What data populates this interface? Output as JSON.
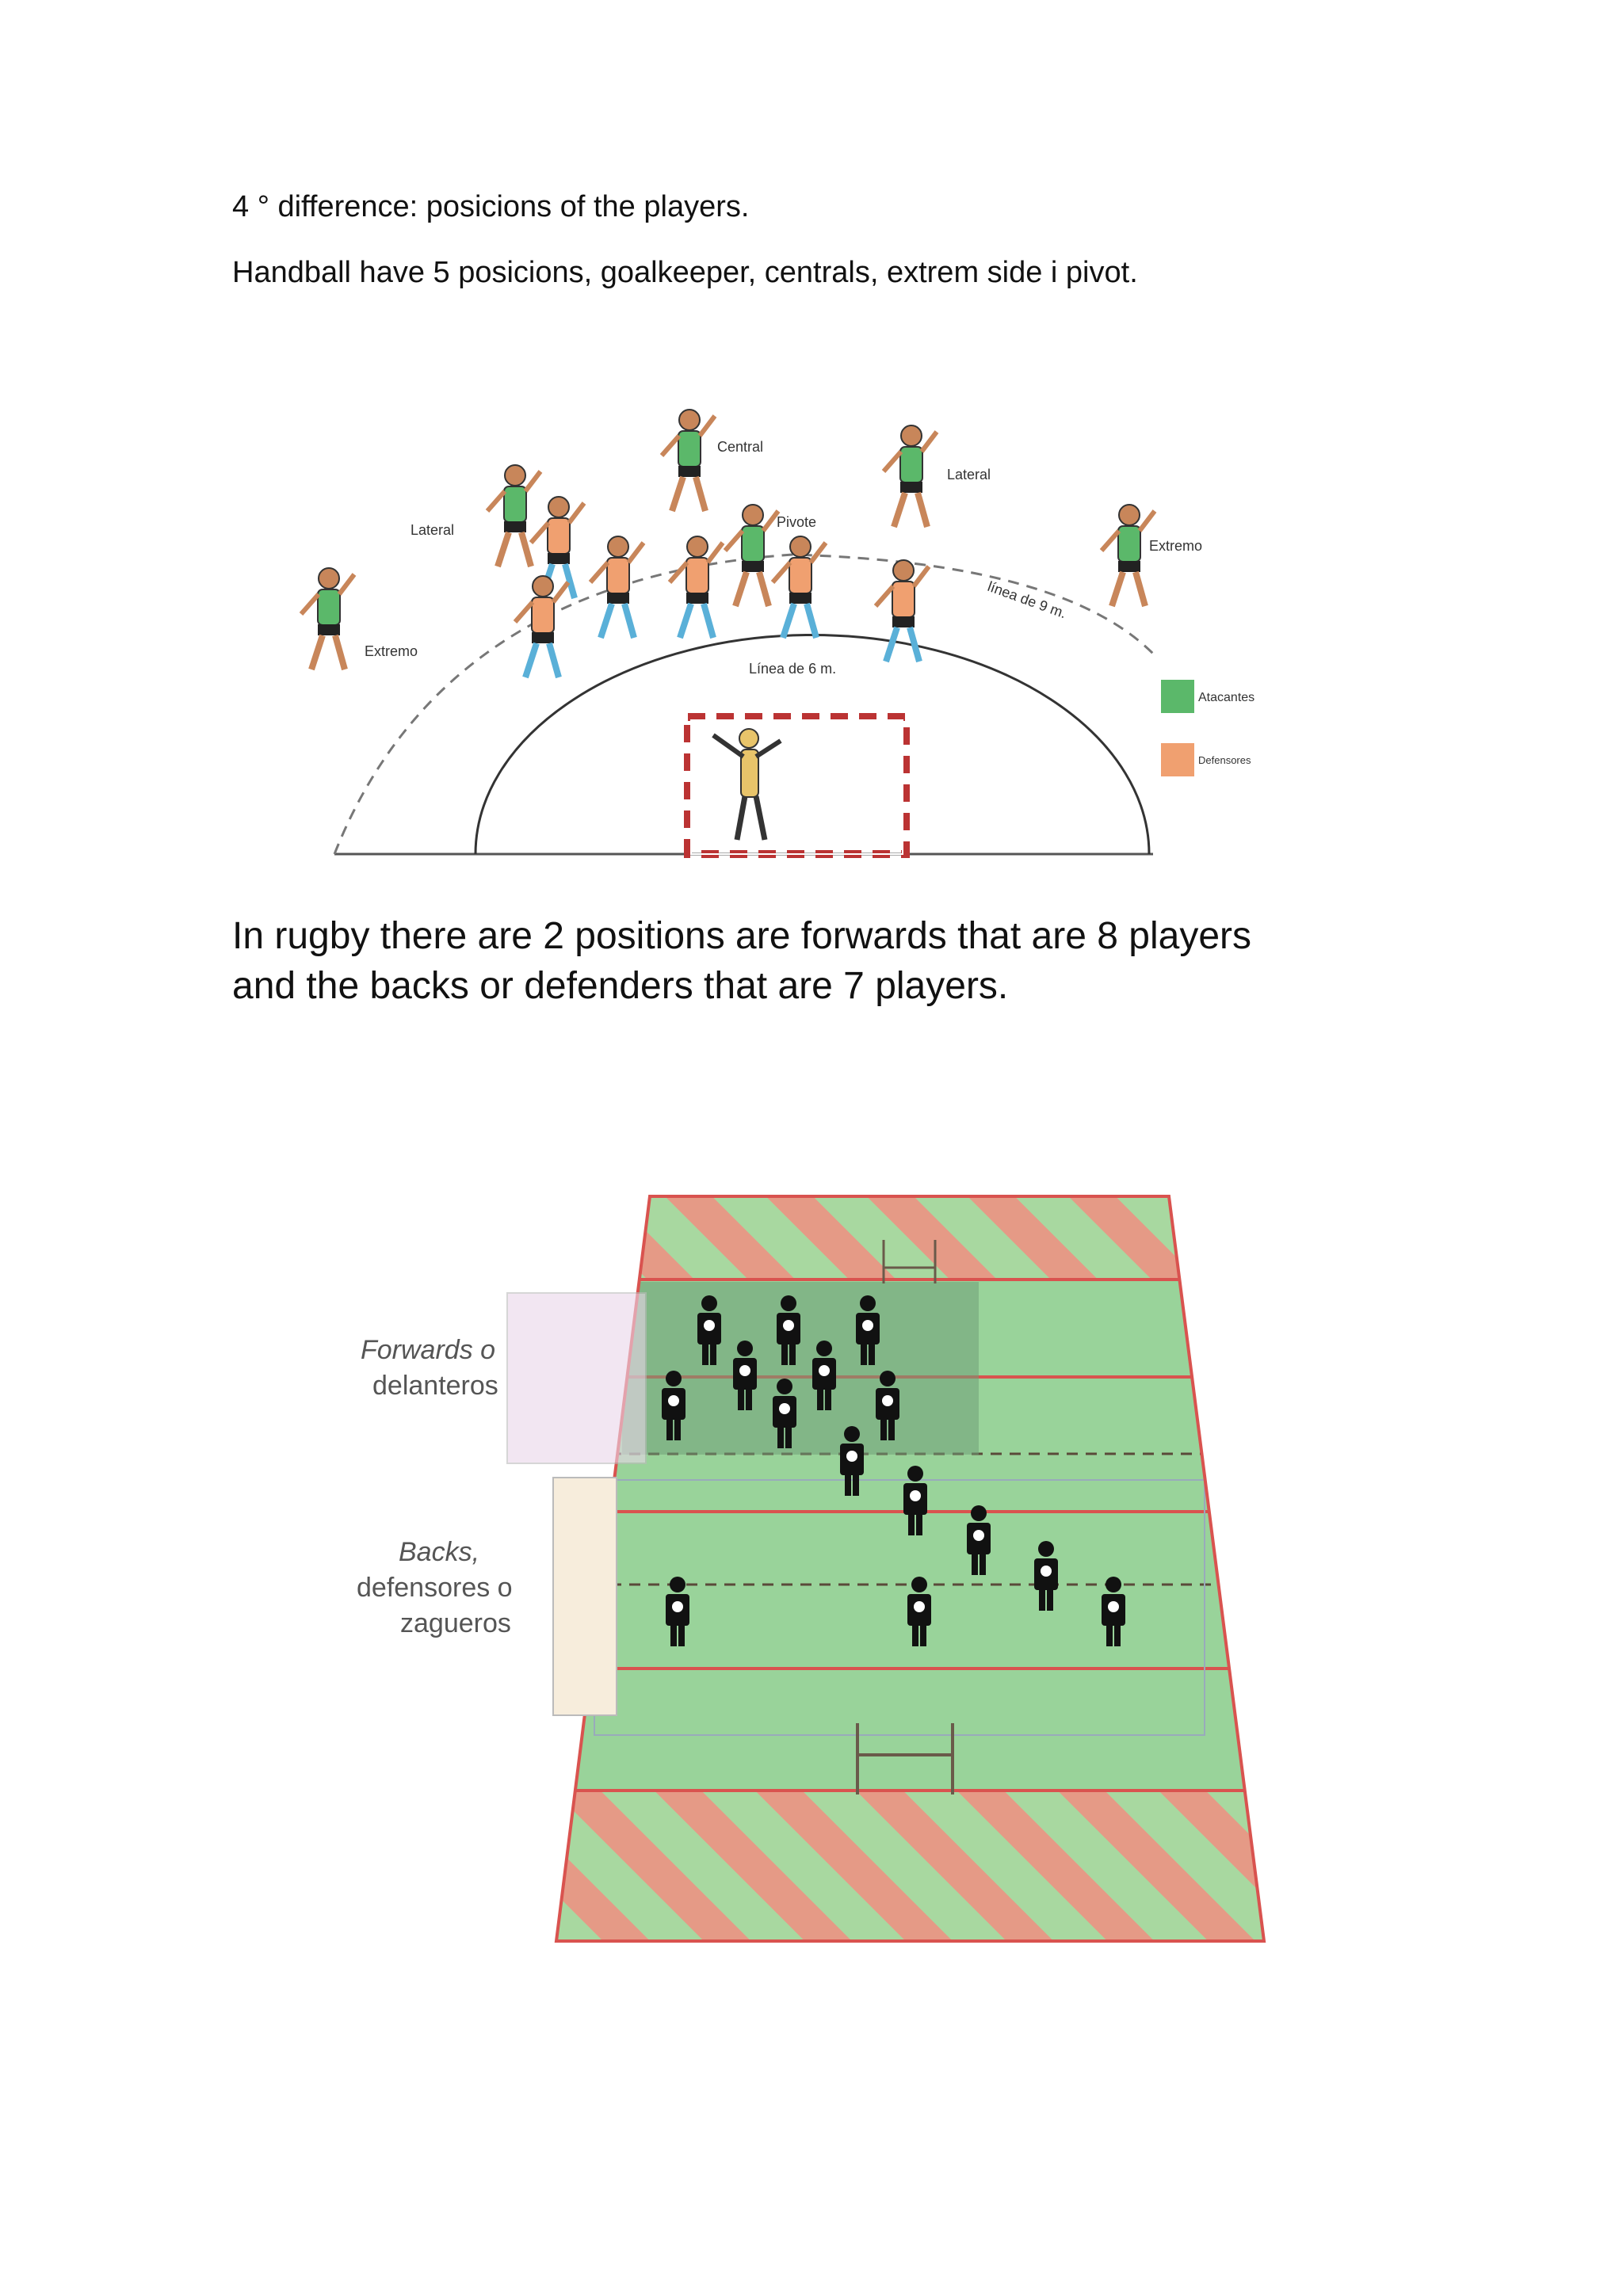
{
  "heading": "4 ° difference: posicions of the players.",
  "intro": "Handball  have 5 posicions, goalkeeper, centrals, extrem side i pivot.",
  "handball_figure": {
    "labels": {
      "central": "Central",
      "lateral_left": "Lateral",
      "lateral_right": "Lateral",
      "pivote": "Pivote",
      "extremo_left": "Extremo",
      "extremo_right": "Extremo",
      "line_9m": "línea de 9 m.",
      "line_6m": "Línea de 6 m."
    },
    "legend": [
      {
        "label": "Atacantes",
        "color": "#5bb86a"
      },
      {
        "label": "Defensores",
        "color": "#f0a070"
      }
    ]
  },
  "rugby_text_1": "In rugby there are 2 positions are forwards that are 8 players",
  "rugby_text_2": "and the backs or defenders that are 7 players.",
  "rugby_figure": {
    "forwards_label_1": "Forwards o",
    "forwards_label_2": "delanteros",
    "backs_label_1": "Backs,",
    "backs_label_2": "defensores o",
    "backs_label_3": "zagueros",
    "colors": {
      "field": "#8fcf8f",
      "stripe": "#e59a86",
      "player": "#111111",
      "line": "#d9534f"
    }
  }
}
